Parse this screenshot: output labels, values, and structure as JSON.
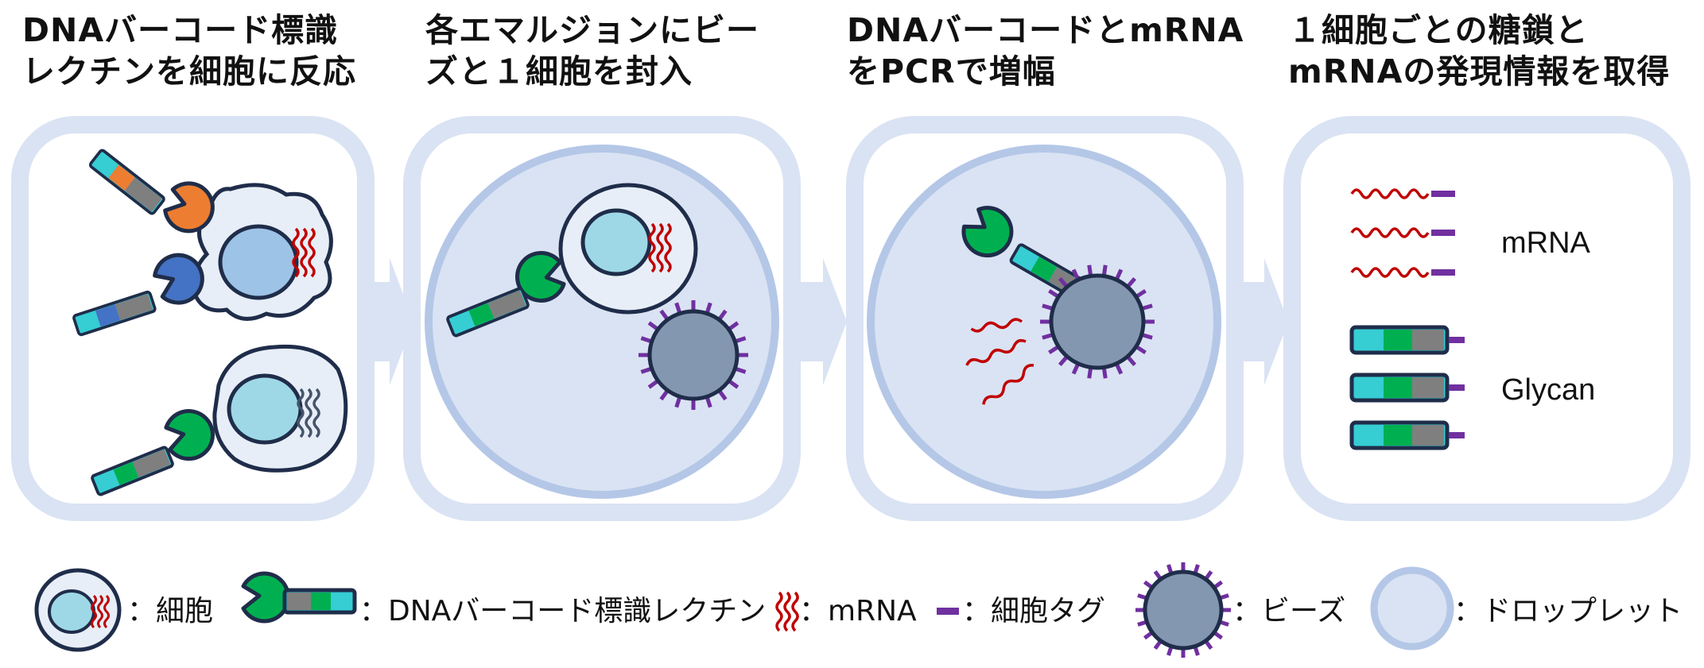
{
  "steps": [
    {
      "title": "DNAバーコード標識\nレクチンを細胞に反応"
    },
    {
      "title": "各エマルジョンにビー\nズと１細胞を封入"
    },
    {
      "title": "DNAバーコードとmRNA\nをPCRで増幅"
    },
    {
      "title": "１細胞ごとの糖鎖と\nmRNAの発現情報を取得"
    }
  ],
  "panel4": {
    "mrna_label": "mRNA",
    "glycan_label": "Glycan"
  },
  "legend": {
    "cell": "：細胞",
    "lectin": "：DNAバーコード標識レクチン",
    "mrna": "：mRNA",
    "tag": "：細胞タグ",
    "bead": "：ビーズ",
    "droplet": "：ドロップレット"
  },
  "colors": {
    "droplet_fill": "#dae3f3",
    "droplet_ring": "#b4c7e7",
    "cell_fill": "#e7eef7",
    "nucleus": "#9ed8e6",
    "bead": "#8497b0",
    "outline": "#1f2d4a",
    "lectin_green": "#00b050",
    "lectin_orange": "#ed7d31",
    "lectin_blue": "#4472c4",
    "mrna_red": "#c00000",
    "tag_purple": "#7030a0",
    "barcode_cyan": "#36cdd3",
    "barcode_gray": "#7f7f7f"
  }
}
